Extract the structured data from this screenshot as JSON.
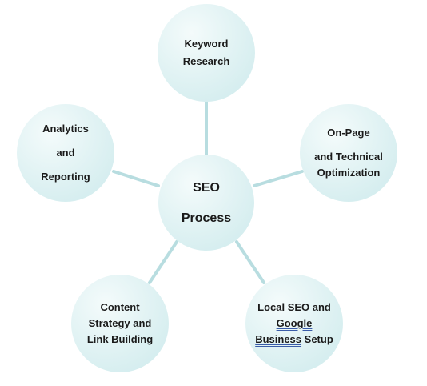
{
  "center": {
    "line1": "SEO",
    "line2": "Process"
  },
  "nodes": {
    "keyword": {
      "line1": "Keyword",
      "line2": "Research"
    },
    "onpage": {
      "line1": "On-Page",
      "line2": "and Technical",
      "line3": "Optimization"
    },
    "local": {
      "line1": "Local SEO and",
      "line2": "Google",
      "line3a": "Business",
      "line3b": " Setup"
    },
    "content": {
      "line1": "Content",
      "line2": "Strategy and",
      "line3": "Link Building"
    },
    "analytics": {
      "line1": "Analytics",
      "line2": "and",
      "line3": "Reporting"
    }
  },
  "colors": {
    "circle_fill": "#d9f0f1",
    "connector": "#b8dde0",
    "underline": "#3a5ca8"
  }
}
